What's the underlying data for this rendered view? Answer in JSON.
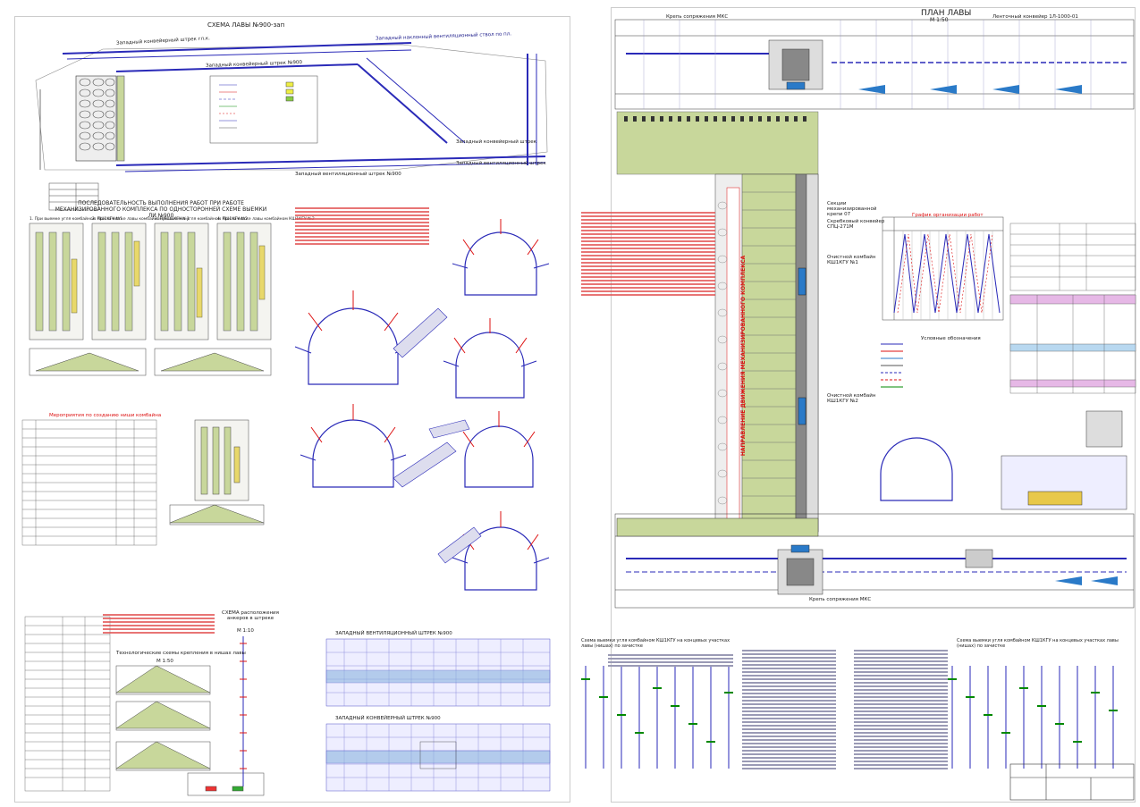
{
  "left_sheet": {
    "scheme_title": "СХЕМА ЛАВЫ №900-зап",
    "drift_labels": [
      "Западный конвейерный штрек гл.к.",
      "Западный наклонный вентиляционный ствол по пл. ",
      "Западный конвейерный штрек №900",
      "Западный вентиляционный штрек №900",
      "Западный вентиляционный штрек",
      "Западный конвейерный штрек"
    ],
    "sequence_title": "ПОСЛЕДОВАТЕЛЬНОСТЬ ВЫПОЛНЕНИЯ РАБОТ ПРИ РАБОТЕ МЕХАНИЗИРОВАННОГО КОМПЛЕКСА ПО ОДНОСТОРОННЕЙ СХЕМЕ ВЫЕМКИ ЛИ №900",
    "steps": [
      "1. При выемке угля комбайном КШ1КГУ №1",
      "2. При зачистке лавы комбайном КШ1КГУ №1",
      "3. При выемке угля комбайном КШ1КГУ №2",
      "4. При зачистке лавы комбайном КШ1КГУ №2"
    ],
    "measures_title": "Мероприятия по созданию ниши комбайна",
    "tech_title": "Технологические схемы крепления в нишах лавы",
    "tech_scale": "М 1:50",
    "anchor_title": "СХЕМА расположения анкеров в штреке",
    "anchor_scale": "М 1:10",
    "vent_drift_title": "ЗАПАДНЫЙ ВЕНТИЛЯЦИОННЫЙ ШТРЕК №900",
    "conveyor_drift_title": "ЗАПАДНЫЙ КОНВЕЙЕРНЫЙ ШТРЕК №900"
  },
  "right_sheet": {
    "plan_title": "ПЛАН ЛАВЫ",
    "plan_scale": "М 1:50",
    "conveyor_label": "Ленточный конвейер 1Л-1000-01",
    "crepi_label": "Крепь сопряжения МКС",
    "shield_labels": [
      "Секции механизированной крепи 07",
      "Скребковый конвейер СПЦ-271М",
      "Очистной комбайн КШ1КГУ №1",
      "Очистной комбайн КШ1КГУ №2"
    ],
    "vertical_text": "НАПРАВЛЕНИЕ ДВИЖЕНИЯ МЕХАНИЗИРОВАННОГО КОМПЛЕКСА",
    "graph_title": "График организации работ",
    "legend_title": "Условные обозначения",
    "bottom_left_title": "Схема выемки угля комбайном КШ1КГУ на концевых участках лавы (нишах) по зачистке",
    "bottom_right_title": "Схема выемки угля комбайном КШ1КГУ на концевых участках лавы (нишах) по зачистке",
    "crepi_label_bottom": "Крепь сопряжения МКС"
  },
  "colors": {
    "line_blue": "#2a2ab8",
    "red_text": "#d11111",
    "shield_green": "#c8d79b",
    "dark_frame": "#333333"
  }
}
